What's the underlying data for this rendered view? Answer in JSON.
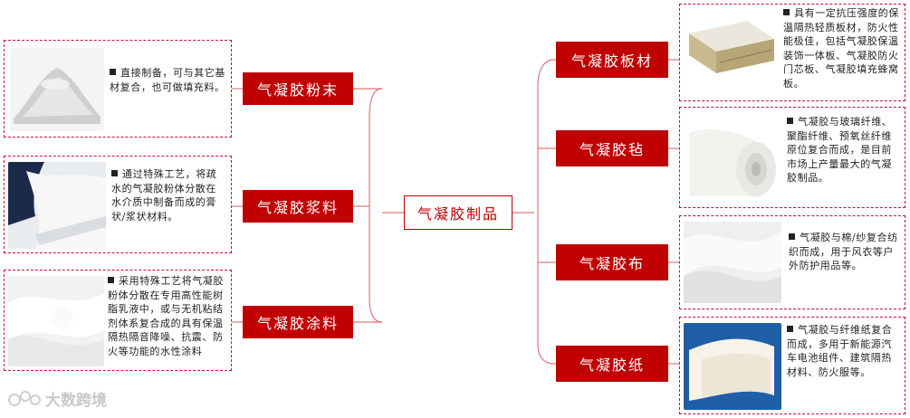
{
  "center": "气凝胶制品",
  "left_items": [
    {
      "label": "气凝胶粉末",
      "desc": "直接制备，可与其它基材复合，也可做填充料。"
    },
    {
      "label": "气凝胶浆料",
      "desc": "通过特殊工艺，将疏水的气凝胶粉体分散在水介质中制备而成的膏状/浆状材料。"
    },
    {
      "label": "气凝胶涂料",
      "desc": "采用特殊工艺将气凝胶粉体分散在专用高性能树脂乳液中，或与无机粘结剂体系复合成的具有保温隔热隔音降噪、抗震、防火等功能的水性涂料"
    }
  ],
  "right_items": [
    {
      "label": "气凝胶板材",
      "desc": "具有一定抗压强度的保温隔热轻质板材，防火性能极佳，包括气凝胶保温装饰一体板、气凝胶防火门芯板、气凝胶填充蜂窝板。"
    },
    {
      "label": "气凝胶毡",
      "desc": "气凝胶与玻璃纤维、聚酯纤维、预氧丝纤维原位复合而成，是目前市场上产量最大的气凝胶制品。"
    },
    {
      "label": "气凝胶布",
      "desc": "气凝胶与棉/纱复合纺织而成，用于风衣等户外防护用品等。"
    },
    {
      "label": "气凝胶纸",
      "desc": "气凝胶与纤维纸复合而成，多用于新能源汽车电池组件、建筑隔热材料、防火服等。"
    }
  ],
  "watermark": "大数跨境",
  "colors": {
    "accent": "#c00000",
    "dash": "#c8102e",
    "connector": "#d97a7a"
  }
}
